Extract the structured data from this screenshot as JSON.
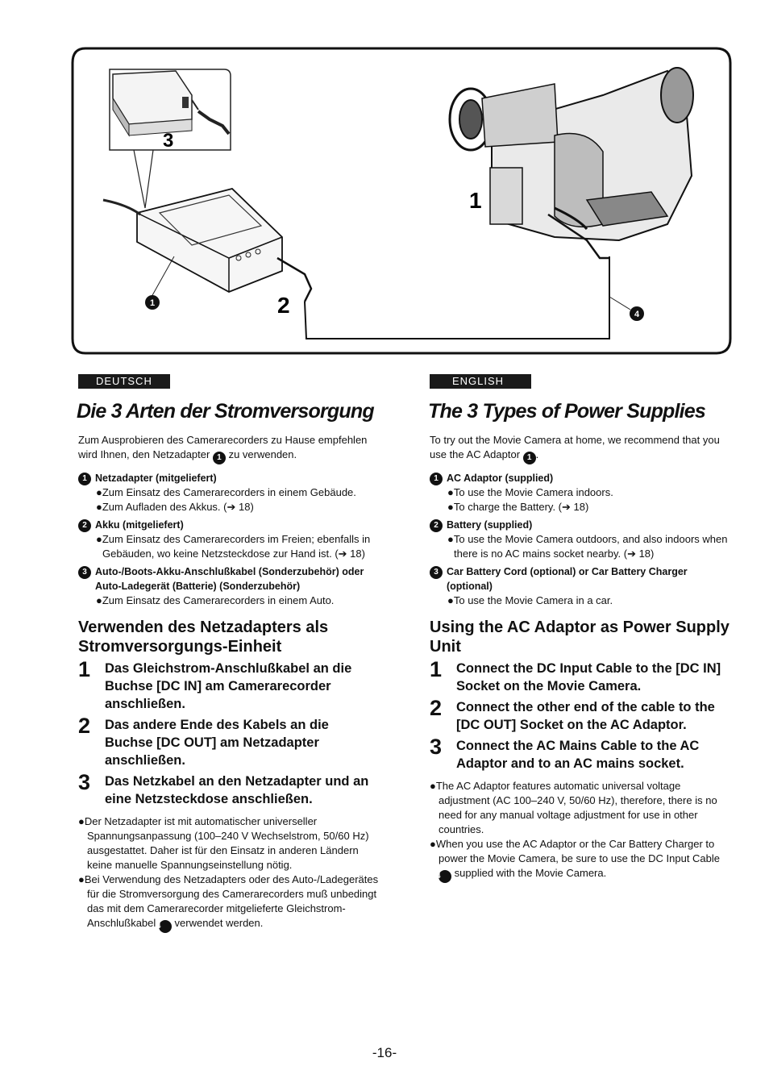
{
  "figure": {
    "callouts": {
      "step3": "3",
      "step1": "1",
      "step2": "2",
      "item1": "1",
      "item4": "4"
    }
  },
  "de": {
    "lang": "DEUTSCH",
    "title": "Die 3 Arten der Stromversorgung",
    "intro_a": "Zum Ausprobieren des Camerarecorders zu Hause empfehlen wird Ihnen, den Netzadapter",
    "intro_num": "1",
    "intro_b": "zu verwenden.",
    "items": [
      {
        "num": "1",
        "title": "Netzadapter (mitgeliefert)",
        "bullets": [
          "●Zum Einsatz des Camerarecorders in einem Gebäude.",
          "●Zum Aufladen des Akkus. (➔ 18)"
        ]
      },
      {
        "num": "2",
        "title": "Akku (mitgeliefert)",
        "bullets": [
          "●Zum Einsatz des Camerarecorders im Freien; ebenfalls in Gebäuden, wo keine Netzsteckdose zur Hand ist. (➔ 18)"
        ]
      },
      {
        "num": "3",
        "title": "Auto-/Boots-Akku-Anschlußkabel (Sonderzubehör) oder Auto-Ladegerät (Batterie) (Sonderzubehör)",
        "bullets": [
          "●Zum Einsatz des Camerarecorders in einem Auto."
        ]
      }
    ],
    "section": "Verwenden des Netzadapters als Stromversorgungs-Einheit",
    "steps": [
      {
        "n": "1",
        "text": "Das Gleichstrom-Anschlußkabel an die Buchse [DC IN] am Camerarecorder anschließen."
      },
      {
        "n": "2",
        "text": "Das andere Ende des Kabels an die Buchse [DC OUT] am Netzadapter anschließen."
      },
      {
        "n": "3",
        "text": "Das Netzkabel an den Netzadapter und an eine Netzsteckdose anschließen."
      }
    ],
    "note1": "●Der Netzadapter ist mit automatischer universeller Spannungsanpassung (100–240 V Wechselstrom, 50/60 Hz) ausgestattet. Daher ist für den Einsatz in anderen Ländern keine manuelle Spannungseinstellung nötig.",
    "note2_a": "●Bei Verwendung des Netzadapters oder des Auto-/Ladegerätes für die Stromversorgung des Camerarecorders muß unbedingt das mit dem Camerarecorder mitgelieferte Gleichstrom-Anschlußkabel",
    "note2_num": "4",
    "note2_b": "verwendet werden."
  },
  "en": {
    "lang": "ENGLISH",
    "title": "The 3 Types of Power Supplies",
    "intro_a": "To try out the Movie Camera at home, we recommend that you use the AC Adaptor",
    "intro_num": "1",
    "intro_b": ".",
    "items": [
      {
        "num": "1",
        "title": "AC Adaptor (supplied)",
        "bullets": [
          "●To use the Movie Camera indoors.",
          "●To charge the Battery. (➔ 18)"
        ]
      },
      {
        "num": "2",
        "title": "Battery (supplied)",
        "bullets": [
          "●To use the Movie Camera outdoors, and also indoors when there is no AC mains socket nearby. (➔ 18)"
        ]
      },
      {
        "num": "3",
        "title": "Car Battery Cord (optional) or Car Battery Charger (optional)",
        "bullets": [
          "●To use the Movie Camera in a car."
        ]
      }
    ],
    "section": "Using the AC Adaptor as Power Supply Unit",
    "steps": [
      {
        "n": "1",
        "text": "Connect the DC Input Cable to the [DC IN] Socket on the Movie Camera."
      },
      {
        "n": "2",
        "text": "Connect the other end of the cable to the [DC OUT] Socket on the AC Adaptor."
      },
      {
        "n": "3",
        "text": "Connect the AC Mains Cable to the AC Adaptor and to an AC mains socket."
      }
    ],
    "note1": "●The AC Adaptor features automatic universal voltage adjustment (AC 100–240 V, 50/60 Hz), therefore, there is no need for any manual voltage adjustment for use in other countries.",
    "note2_a": "●When you use the AC Adaptor or the Car Battery Charger to power the Movie Camera, be sure to use the DC Input Cable",
    "note2_num": "4",
    "note2_b": "supplied with the Movie Camera."
  },
  "page_number": "-16-"
}
